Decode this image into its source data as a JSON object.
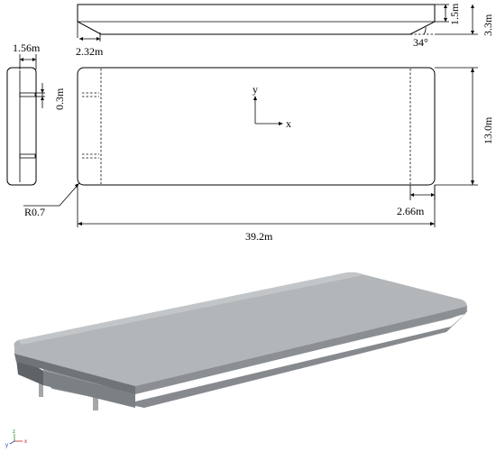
{
  "labels": {
    "depth_total": "3.3m",
    "depth_side": "1.5m",
    "chamfer_len": "2.32m",
    "angle": "34°",
    "side_width": "1.56m",
    "gap": "0.3m",
    "radius": "R0.7",
    "end_len": "2.66m",
    "length": "39.2m",
    "width": "13.0m",
    "axis_y": "y",
    "axis_x": "x"
  },
  "triad": {
    "x": "x",
    "y": "y",
    "z": "z"
  },
  "colors": {
    "hull_top": "#a9adb0",
    "hull_side": "#8e9296",
    "hull_dark": "#6b7074",
    "line": "#000000"
  }
}
